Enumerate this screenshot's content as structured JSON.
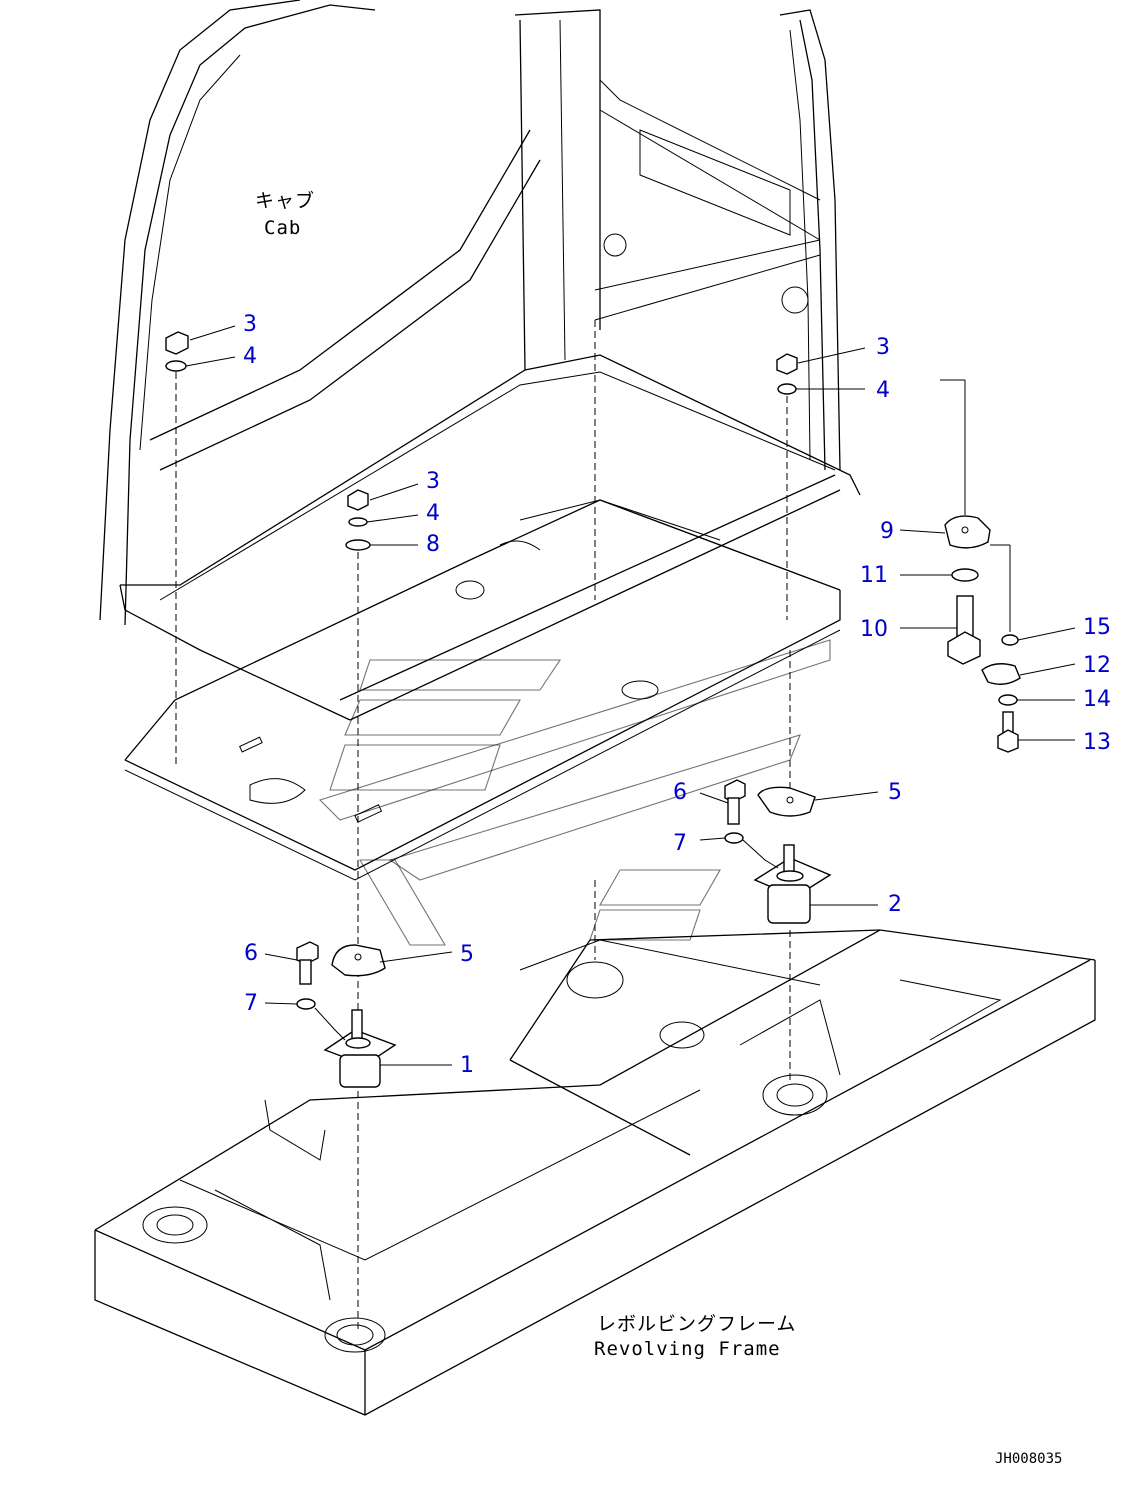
{
  "captions": {
    "cab_jp": "キャブ",
    "cab_en": "Cab",
    "frame_jp": "レボルビングフレーム",
    "frame_en": "Revolving Frame"
  },
  "reference_code": "JH008035",
  "callouts": [
    {
      "id": "c1",
      "number": "1",
      "part": "mount"
    },
    {
      "id": "c2",
      "number": "2",
      "part": "mount"
    },
    {
      "id": "c3a",
      "number": "3",
      "part": "nut"
    },
    {
      "id": "c4a",
      "number": "4",
      "part": "washer"
    },
    {
      "id": "c3b",
      "number": "3",
      "part": "nut"
    },
    {
      "id": "c4b",
      "number": "4",
      "part": "washer"
    },
    {
      "id": "c8",
      "number": "8",
      "part": "washer"
    },
    {
      "id": "c3c",
      "number": "3",
      "part": "nut"
    },
    {
      "id": "c4c",
      "number": "4",
      "part": "washer"
    },
    {
      "id": "c9",
      "number": "9",
      "part": "stopper plate"
    },
    {
      "id": "c11",
      "number": "11",
      "part": "washer"
    },
    {
      "id": "c10",
      "number": "10",
      "part": "bolt"
    },
    {
      "id": "c15",
      "number": "15",
      "part": "nut"
    },
    {
      "id": "c12",
      "number": "12",
      "part": "plate"
    },
    {
      "id": "c14",
      "number": "14",
      "part": "washer"
    },
    {
      "id": "c13",
      "number": "13",
      "part": "bolt"
    },
    {
      "id": "c6a",
      "number": "6",
      "part": "bolt"
    },
    {
      "id": "c5a",
      "number": "5",
      "part": "stopper"
    },
    {
      "id": "c7a",
      "number": "7",
      "part": "washer"
    },
    {
      "id": "c6b",
      "number": "6",
      "part": "bolt"
    },
    {
      "id": "c5b",
      "number": "5",
      "part": "stopper"
    },
    {
      "id": "c7b",
      "number": "7",
      "part": "washer"
    }
  ]
}
